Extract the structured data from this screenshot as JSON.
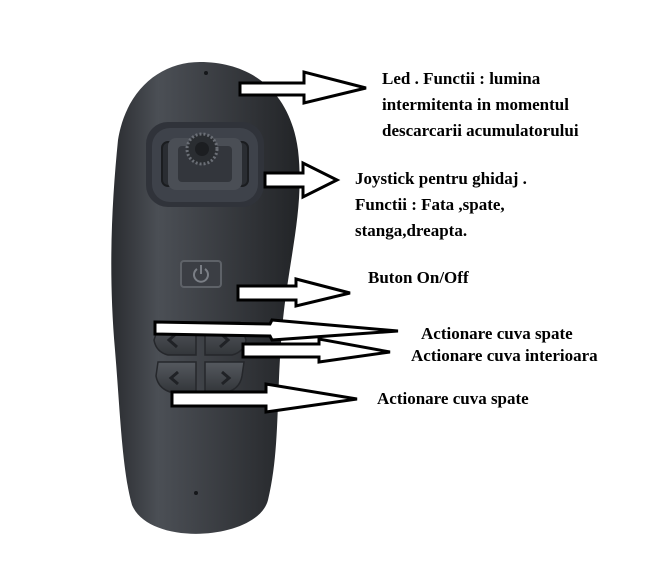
{
  "labels": {
    "led": [
      "Led . Functii : lumina",
      "intermitenta in momentul",
      "descarcarii  acumulatorului"
    ],
    "joystick": [
      "Joystick pentru ghidaj .",
      "Functii : Fata ,spate,",
      "stanga,dreapta."
    ],
    "power": "Buton On/Off",
    "back_rest_1": "Actionare cuva spate",
    "inner_shell": "Actionare cuva interioara",
    "back_rest_2": "Actionare cuva spate"
  },
  "colors": {
    "remote_body": "#3a3d42",
    "remote_highlight": "#5a5e65",
    "arrow_fill": "#ffffff",
    "arrow_stroke": "#000000",
    "text": "#000000"
  },
  "icons": {
    "power_button": "power-icon",
    "left_buttons": "chevron-left-icon",
    "right_buttons": "chevron-right-icon"
  }
}
